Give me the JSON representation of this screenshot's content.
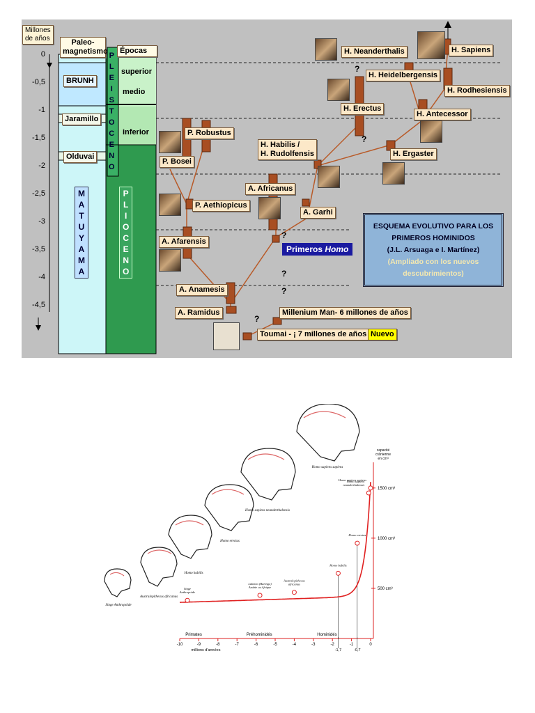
{
  "diagram": {
    "axis_title": "Millones\nde años",
    "paleo_header": "Paleo-\nmagnetismo",
    "epocas_header": "Épocas",
    "y_ticks": [
      "0",
      "-0,5",
      "-1",
      "-1,5",
      "-2",
      "-2,5",
      "-3",
      "-3,5",
      "-4",
      "-4,5"
    ],
    "bands": [
      "BRUNH",
      "Jaramillo",
      "Olduvai"
    ],
    "matuyama": [
      "M",
      "A",
      "T",
      "U",
      "Y",
      "A",
      "M",
      "A"
    ],
    "pleistoceno": [
      "P",
      "L",
      "E",
      "I",
      "S",
      "T",
      "O",
      "C",
      "E",
      "N",
      "O"
    ],
    "plioceno": [
      "P",
      "L",
      "I",
      "O",
      "C",
      "E",
      "N",
      "O"
    ],
    "subepochs": [
      "superior",
      "medio",
      "inferior"
    ],
    "species": {
      "neanderthalis": "H. Neanderthalis",
      "sapiens": "H. Sapiens",
      "heidelbergensis": "H. Heidelbergensis",
      "rodhesiensis": "H. Rodhesiensis",
      "erectus": "H. Erectus",
      "antecessor": "H. Antecessor",
      "robustus": "P. Robustus",
      "habilis": "H. Habilis /\nH. Rudolfensis",
      "ergaster": "H. Ergaster",
      "bosei": "P. Bosei",
      "africanus": "A. Africanus",
      "aethiopicus": "P. Aethiopicus",
      "garhi": "A. Garhi",
      "afarensis": "A. Afarensis",
      "anamesis": "A. Anamesis",
      "ramidus": "A. Ramidus",
      "millenium": "Millenium Man- 6 millones de años",
      "toumai": "Toumai - ¡ 7 millones de años !"
    },
    "nuevo": "Nuevo",
    "primeros_homo_a": "Primeros ",
    "primeros_homo_b": "Homo",
    "title_box": {
      "line1": "ESQUEMA EVOLUTIVO PARA LOS",
      "line2": "PRIMEROS HOMINIDOS",
      "line3": "(J.L. Arsuaga e I. Martínez)",
      "line4": "(Ampliado con los nuevos",
      "line5": "descubrimientos)"
    },
    "question_mark": "?"
  },
  "chart2": {
    "ylabel": "capacité\ncrânienne\nen cm³",
    "xlabel": "millions d'années",
    "y_ticks": [
      "1500 cm³",
      "1000 cm³",
      "500 cm³"
    ],
    "x_ticks": [
      "-10",
      "-9",
      "-8",
      "-7",
      "-6",
      "-5",
      "-4",
      "-3",
      "-2",
      "-1",
      "0"
    ],
    "x_extra": [
      "-1,7",
      "-0,7"
    ],
    "zones": [
      "Primates",
      "Préhominidés",
      "Hominidés"
    ],
    "points": [
      {
        "name": "Singe\nAnthropoïde",
        "x": -9.6,
        "y": 380
      },
      {
        "name": "Lukeino (Baringo)\nArabie ou Afrique",
        "x": -5.8,
        "y": 430
      },
      {
        "name": "Australopithecus\nafricanus",
        "x": -4.0,
        "y": 460
      },
      {
        "name": "Homo habilis",
        "x": -1.7,
        "y": 650
      },
      {
        "name": "Homo erectus",
        "x": -0.7,
        "y": 950
      },
      {
        "name": "Homo sapiens\nneanderthalensis",
        "x": -0.1,
        "y": 1450
      },
      {
        "name": "Homo sapiens sapiens",
        "x": 0,
        "y": 1500
      }
    ],
    "skull_captions": [
      "Singe\nAnthropoïde",
      "Australopithecus\nafricanus",
      "Homo habilis",
      "Homo erectus",
      "Homo sapiens\nneanderthalensis",
      "Homo sapiens\nsapiens"
    ]
  }
}
